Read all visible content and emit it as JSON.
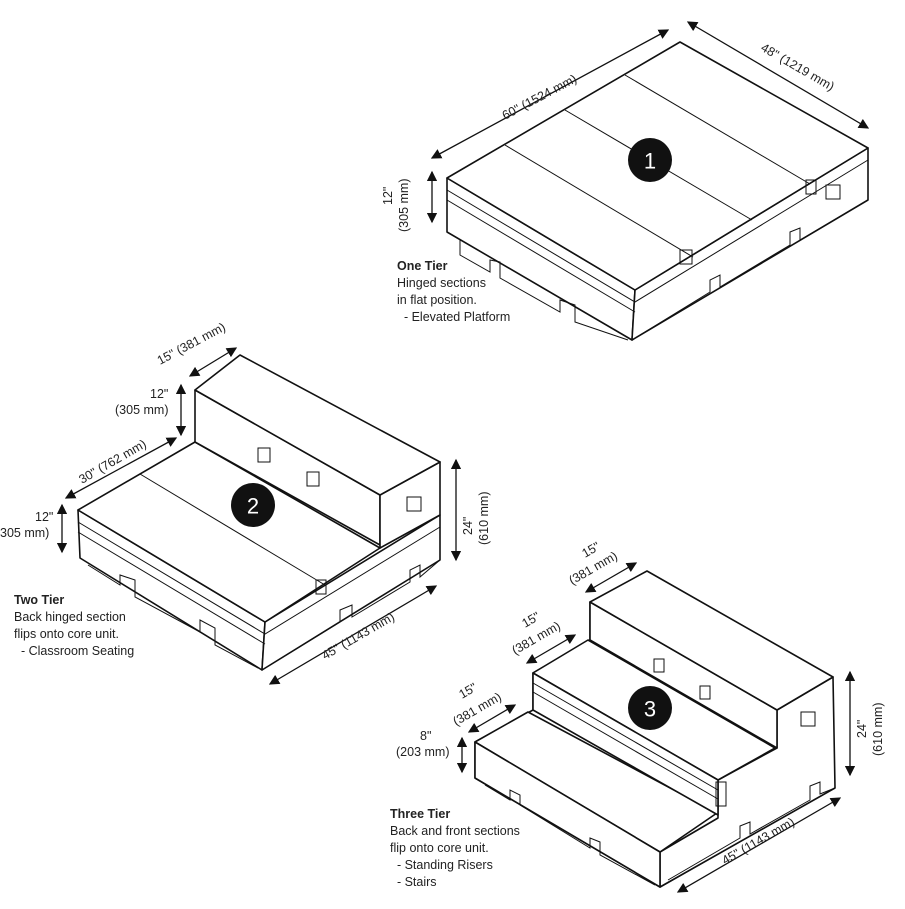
{
  "tier1": {
    "badge": "1",
    "title": "One Tier",
    "lines": [
      "Hinged sections",
      "in flat position.",
      "  - Elevated Platform"
    ],
    "dim_length": "60\" (1524 mm)",
    "dim_width": "48\" (1219 mm)",
    "dim_height_in": "12\"",
    "dim_height_mm": "(305 mm)"
  },
  "tier2": {
    "badge": "2",
    "title": "Two Tier",
    "lines": [
      "Back hinged section",
      "flips onto core unit.",
      "  - Classroom Seating"
    ],
    "dim_top_depth": "15\" (381 mm)",
    "dim_top_height_in": "12\"",
    "dim_top_height_mm": "(305 mm)",
    "dim_base_depth": "30\" (762 mm)",
    "dim_base_height_in": "12\"",
    "dim_base_height_mm": "305 mm)",
    "dim_total_height_in": "24\"",
    "dim_total_height_mm": "(610 mm)",
    "dim_total_depth": "45\" (1143 mm)"
  },
  "tier3": {
    "badge": "3",
    "title": "Three Tier",
    "lines": [
      "Back and front sections",
      "flip onto core unit.",
      "  - Standing Risers",
      "  - Stairs"
    ],
    "dim_step3_in": "15\"",
    "dim_step3_mm": "(381 mm)",
    "dim_step2_in": "15\"",
    "dim_step2_mm": "(381 mm)",
    "dim_step1_in": "15\"",
    "dim_step1_mm": "(381 mm)",
    "dim_step_height_in": "8\"",
    "dim_step_height_mm": "(203 mm)",
    "dim_total_height_in": "24\"",
    "dim_total_height_mm": "(610 mm)",
    "dim_total_depth": "45\" (1143 mm)"
  }
}
